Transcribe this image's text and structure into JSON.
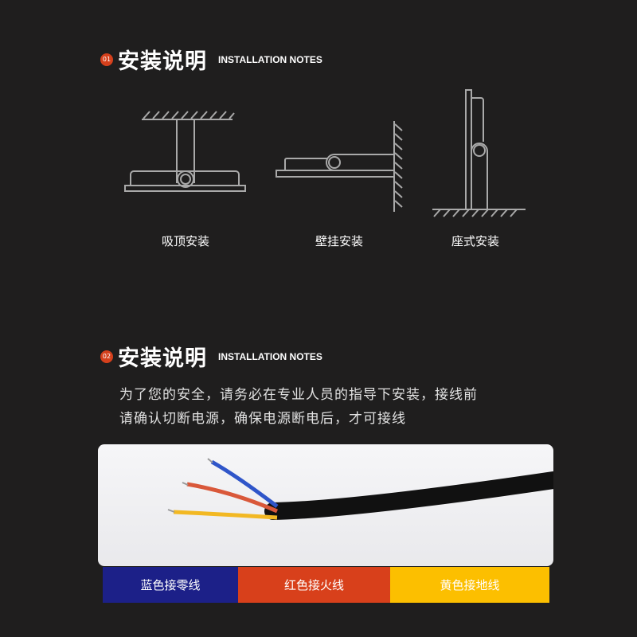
{
  "section1": {
    "badge": "01",
    "title_cn": "安装说明",
    "title_en": "INSTALLATION NOTES",
    "methods": [
      {
        "label": "吸顶安装"
      },
      {
        "label": "壁挂安装"
      },
      {
        "label": "座式安装"
      }
    ]
  },
  "section2": {
    "badge": "02",
    "title_cn": "安装说明",
    "title_en": "INSTALLATION NOTES",
    "lines": [
      "为了您的安全，请务必在专业人员的指导下安装，接线前",
      "请确认切断电源，确保电源断电后，才可接线"
    ]
  },
  "wires": [
    {
      "label": "蓝色接零线",
      "color": "#1c2088"
    },
    {
      "label": "红色接火线",
      "color": "#d8401b"
    },
    {
      "label": "黄色接地线",
      "color": "#fcbf00"
    }
  ]
}
